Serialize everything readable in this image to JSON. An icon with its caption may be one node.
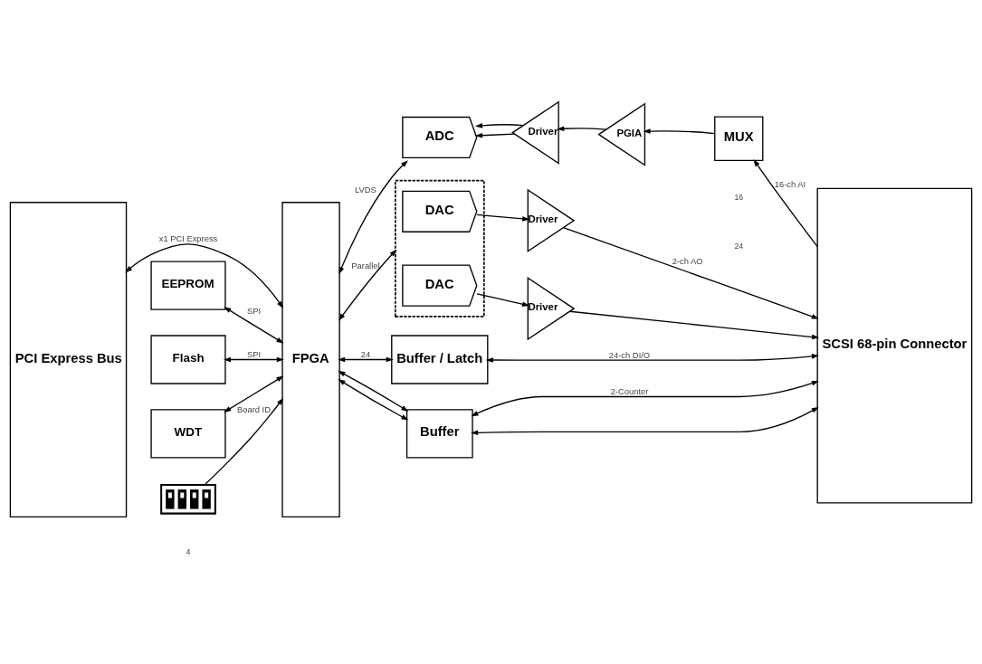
{
  "diagram": {
    "nodes": [
      {
        "text": [
          "PCI Express Bus"
        ]
      },
      {
        "text": [
          "EEPROM"
        ]
      },
      {
        "text": [
          "Flash"
        ]
      },
      {
        "text": [
          "WDT"
        ]
      },
      {
        "text": [],
        "shape": "picture"
      },
      {
        "text": [
          "FPGA"
        ]
      },
      {
        "text": [
          "ADC"
        ]
      },
      {
        "text": [
          "Driver"
        ]
      },
      {
        "text": [
          "PGIA"
        ]
      },
      {
        "text": [
          "MUX"
        ]
      },
      {
        "text": [],
        "shape": "box"
      },
      {
        "text": [
          "DAC"
        ],
        "in": 10
      },
      {
        "text": [
          "DAC"
        ],
        "in": 10
      },
      {
        "text": [
          "Driver"
        ]
      },
      {
        "text": [
          "Driver"
        ]
      },
      {
        "text": [
          "Buffer / Latch"
        ]
      },
      {
        "text": [
          "Buffer"
        ]
      },
      {
        "text": [
          "SCSI 68-pin Connector"
        ]
      }
    ],
    "edges": [
      {
        "from": 0,
        "to": 5,
        "arrow": "both",
        "label": "x1 PCI Express"
      },
      {
        "from": 1,
        "to": 5,
        "arrow": "both",
        "label": "SPI"
      },
      {
        "from": 2,
        "to": 5,
        "arrow": "both",
        "label": "SPI"
      },
      {
        "from": 3,
        "to": 5,
        "arrow": "both"
      },
      {
        "from": 4,
        "to": 5,
        "arrow": "to",
        "label": "Board ID"
      },
      {
        "from": 5,
        "to": 6,
        "arrow": "both",
        "label": "LVDS"
      },
      {
        "from": 7,
        "to": 6,
        "arrow": "to"
      },
      {
        "from": 7,
        "to": 6,
        "arrow": "to"
      },
      {
        "from": 8,
        "to": 7,
        "arrow": "to"
      },
      {
        "from": 9,
        "to": 8,
        "arrow": "to"
      },
      {
        "from": 17,
        "to": 9,
        "arrow": "to",
        "label": "16-ch AI"
      },
      {
        "from": 5,
        "to": 10,
        "arrow": "both",
        "label": "Parallel"
      },
      {
        "from": 11,
        "to": 13,
        "arrow": "to"
      },
      {
        "from": 12,
        "to": 14,
        "arrow": "to"
      },
      {
        "from": 13,
        "to": 17,
        "arrow": "to",
        "label": "2-ch AO"
      },
      {
        "from": 14,
        "to": 17,
        "arrow": "to"
      },
      {
        "from": 5,
        "to": 15,
        "arrow": "both",
        "label": "24"
      },
      {
        "from": 15,
        "to": 17,
        "arrow": "both",
        "label": "24-ch DI/O"
      },
      {
        "from": 5,
        "to": 16,
        "arrow": "both"
      },
      {
        "from": 5,
        "to": 16,
        "arrow": "both"
      },
      {
        "from": 16,
        "to": 17,
        "arrow": "both",
        "label": "2-Counter"
      },
      {
        "from": 16,
        "to": 17,
        "arrow": "both"
      }
    ],
    "labels": [
      "16",
      "24",
      "4"
    ]
  }
}
